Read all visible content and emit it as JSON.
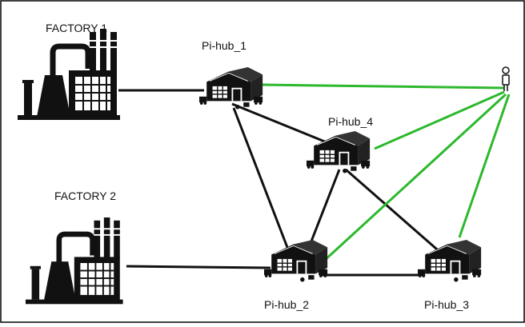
{
  "labels": {
    "factory_1": "FACTORY 1",
    "factory_2": "FACTORY 2",
    "hub_1": "Pi-hub_1",
    "hub_2": "Pi-hub_2",
    "hub_3": "Pi-hub_3",
    "hub_4": "Pi-hub_4"
  },
  "colors": {
    "frame": "#000000",
    "black_link": "#111111",
    "green_link": "#2db82d",
    "icon": "#111111"
  },
  "icons": {
    "factory": "factory-icon",
    "hub": "warehouse-truck-icon",
    "user": "person-icon"
  },
  "nodes": [
    {
      "id": "factory-1",
      "kind": "factory"
    },
    {
      "id": "factory-2",
      "kind": "factory"
    },
    {
      "id": "hub-1",
      "kind": "hub"
    },
    {
      "id": "hub-2",
      "kind": "hub"
    },
    {
      "id": "hub-3",
      "kind": "hub"
    },
    {
      "id": "hub-4",
      "kind": "hub"
    },
    {
      "id": "user",
      "kind": "person"
    }
  ],
  "links": [
    {
      "from": "factory-1",
      "to": "hub-1",
      "color": "black"
    },
    {
      "from": "factory-2",
      "to": "hub-2",
      "color": "black"
    },
    {
      "from": "hub-1",
      "to": "hub-4",
      "color": "black"
    },
    {
      "from": "hub-1",
      "to": "hub-2",
      "color": "black"
    },
    {
      "from": "hub-4",
      "to": "hub-2",
      "color": "black"
    },
    {
      "from": "hub-4",
      "to": "hub-3",
      "color": "black"
    },
    {
      "from": "hub-2",
      "to": "hub-3",
      "color": "black"
    },
    {
      "from": "user",
      "to": "hub-1",
      "color": "green"
    },
    {
      "from": "user",
      "to": "hub-4",
      "color": "green"
    },
    {
      "from": "user",
      "to": "hub-2",
      "color": "green"
    },
    {
      "from": "user",
      "to": "hub-3",
      "color": "green"
    }
  ]
}
